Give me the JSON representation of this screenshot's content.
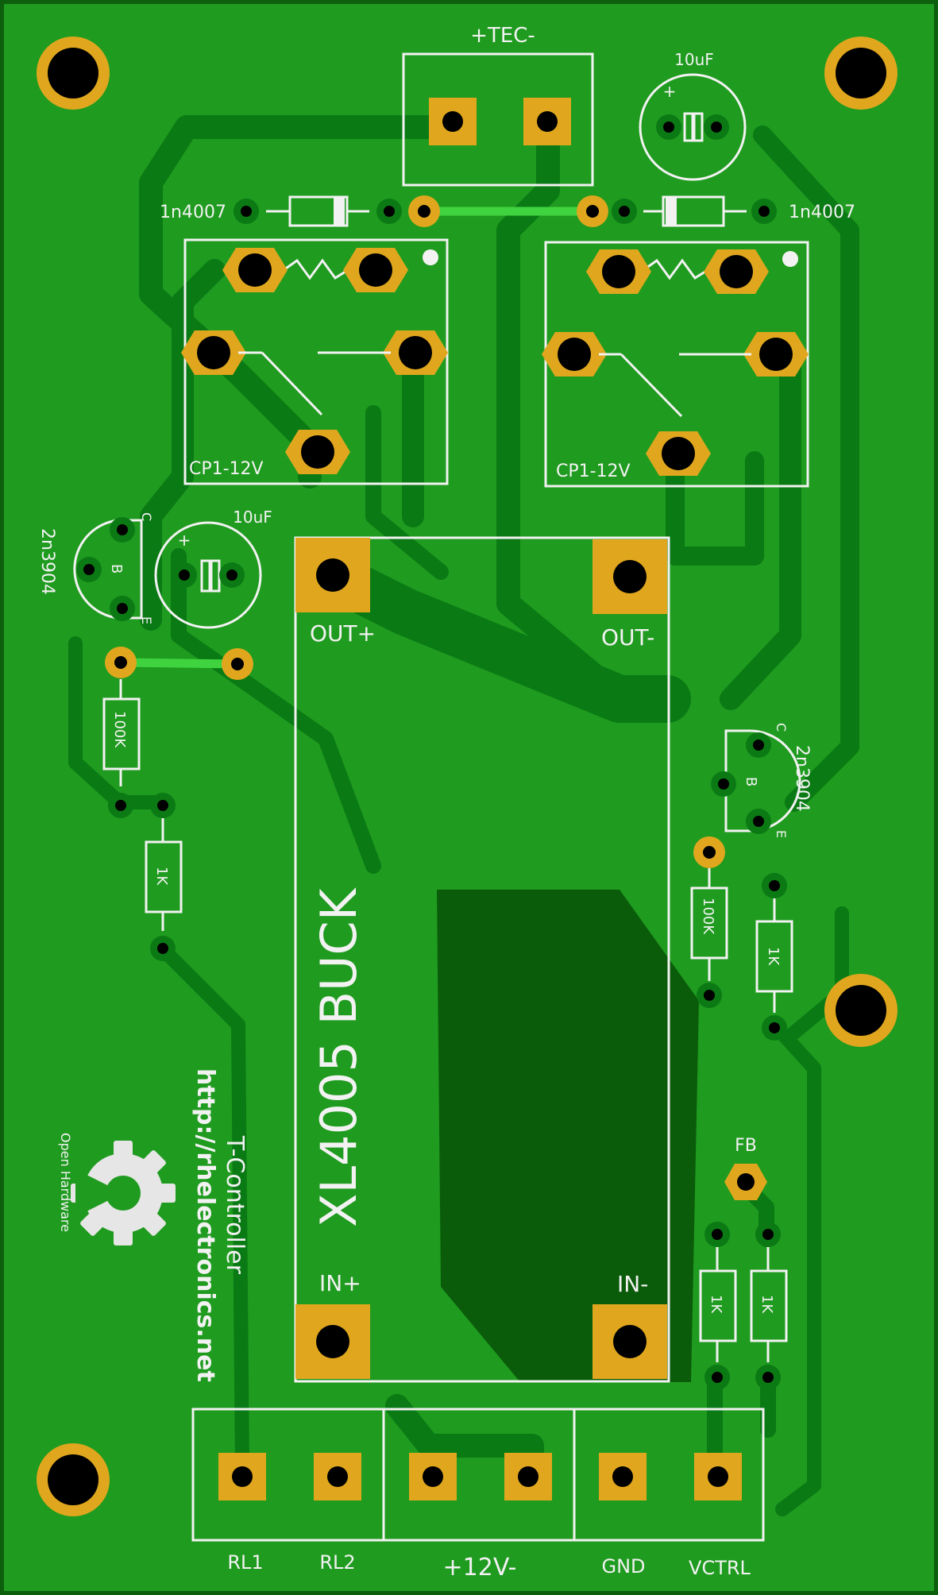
{
  "board": {
    "title": "T-Controller",
    "url": "http://rhelectronics.net",
    "logo_caption": "Open Hardware",
    "module_label": "XL4005 BUCK",
    "colors": {
      "board": "#1f9b1f",
      "board_edge": "#0d5f0d",
      "copper_trace": "#0b7a14",
      "copper_pour": "#0a5c0a",
      "pad": "#e0a71e",
      "silkscreen": "#f2f2f2",
      "jumper": "#3fd33f"
    }
  },
  "labels": {
    "tec": "+TEC-",
    "cap_top": "10uF",
    "cap_left": "10uF",
    "diode_left": "1n4007",
    "diode_right": "1n4007",
    "relay_left": "CP1-12V",
    "relay_right": "CP1-12V",
    "out_plus": "OUT+",
    "out_minus": "OUT-",
    "in_plus": "IN+",
    "in_minus": "IN-",
    "transistor_left": "2n3904",
    "transistor_right": "2n3904",
    "res_100k_left": "100K",
    "res_100k_right": "100K",
    "res_1k_left": "1K",
    "res_1k_right": "1K",
    "res_1k_fb_a": "1K",
    "res_1k_fb_b": "1K",
    "fb": "FB",
    "plus": "+",
    "pin_c": "C",
    "pin_b": "B",
    "pin_e": "E"
  },
  "connectors": {
    "rl1": "RL1",
    "rl2": "RL2",
    "v12": "+12V-",
    "gnd": "GND",
    "vctrl": "VCTRL"
  }
}
